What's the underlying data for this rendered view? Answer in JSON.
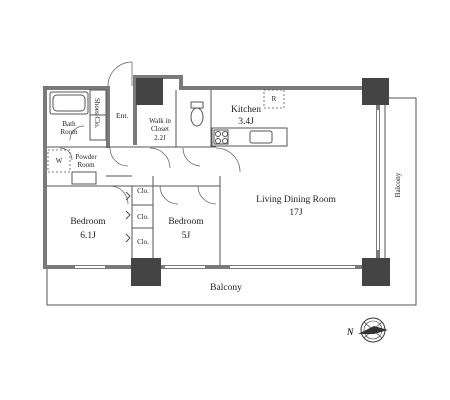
{
  "rooms": {
    "entrance": "Ent.",
    "shoes_closet": "Shoes Clo.",
    "walk_in_closet_name": "Walk in\nCloset",
    "walk_in_closet_size": "2.2J",
    "kitchen_name": "Kitchen",
    "kitchen_size": "3.4J",
    "refrigerator_mark": "R",
    "bath_room": "Bath\nRoom",
    "washer_mark": "W",
    "powder_room": "Powder\nRoom",
    "bedroom1_name": "Bedroom",
    "bedroom1_size": "6.1J",
    "bedroom2_name": "Bedroom",
    "bedroom2_size": "5J",
    "closet_1": "Clo.",
    "closet_2": "Clo.",
    "closet_3": "Clo.",
    "living_name": "Living Dining Room",
    "living_size": "17J",
    "balcony_bottom": "Balcony",
    "balcony_right": "Balcony"
  },
  "compass": {
    "north_label": "N"
  }
}
